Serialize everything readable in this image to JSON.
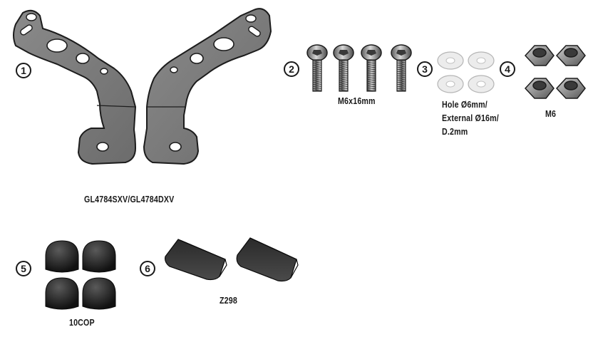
{
  "items": [
    {
      "number": "1",
      "caption": "GL4784SXV/GL4784DXV"
    },
    {
      "number": "2",
      "caption": "M6x16mm"
    },
    {
      "number": "3",
      "caption_lines": [
        "Hole Ø6mm/",
        "External Ø16m/",
        "D.2mm"
      ]
    },
    {
      "number": "4",
      "caption": "M6"
    },
    {
      "number": "5",
      "caption": "10COP"
    },
    {
      "number": "6",
      "caption": "Z298"
    }
  ],
  "colors": {
    "part_fill": "#7a7a7a",
    "part_stroke": "#1c1c1c",
    "washer_fill": "#e8e8e8",
    "cap_fill": "#1e1e1e"
  },
  "icons": [
    "bracket-left-icon",
    "bracket-right-icon",
    "bolt-icon",
    "washer-icon",
    "nut-icon",
    "cap-icon",
    "pad-icon"
  ]
}
